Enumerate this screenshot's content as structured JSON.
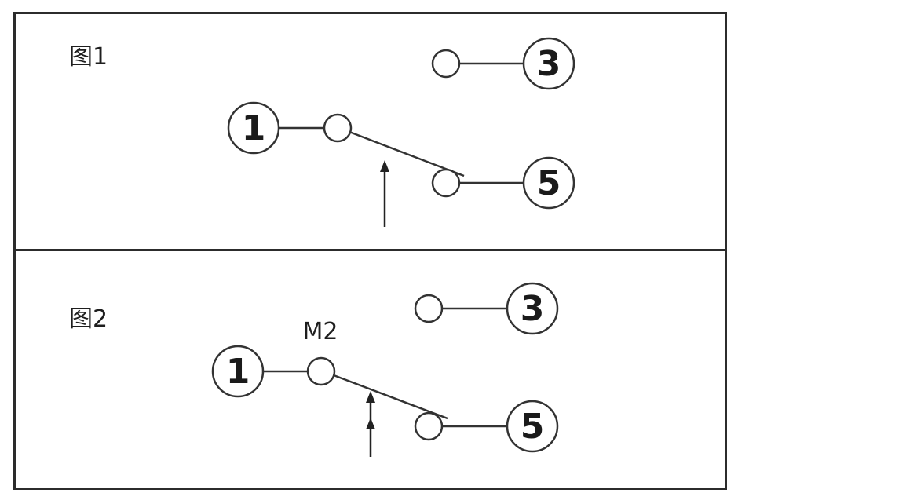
{
  "panels": [
    {
      "title": "图1",
      "terminals": {
        "t1": "1",
        "t3": "3",
        "t5": "5"
      },
      "marker": "",
      "arrow_count": 1
    },
    {
      "title": "图2",
      "terminals": {
        "t1": "1",
        "t3": "3",
        "t5": "5"
      },
      "marker": "M2",
      "arrow_count": 2
    }
  ]
}
